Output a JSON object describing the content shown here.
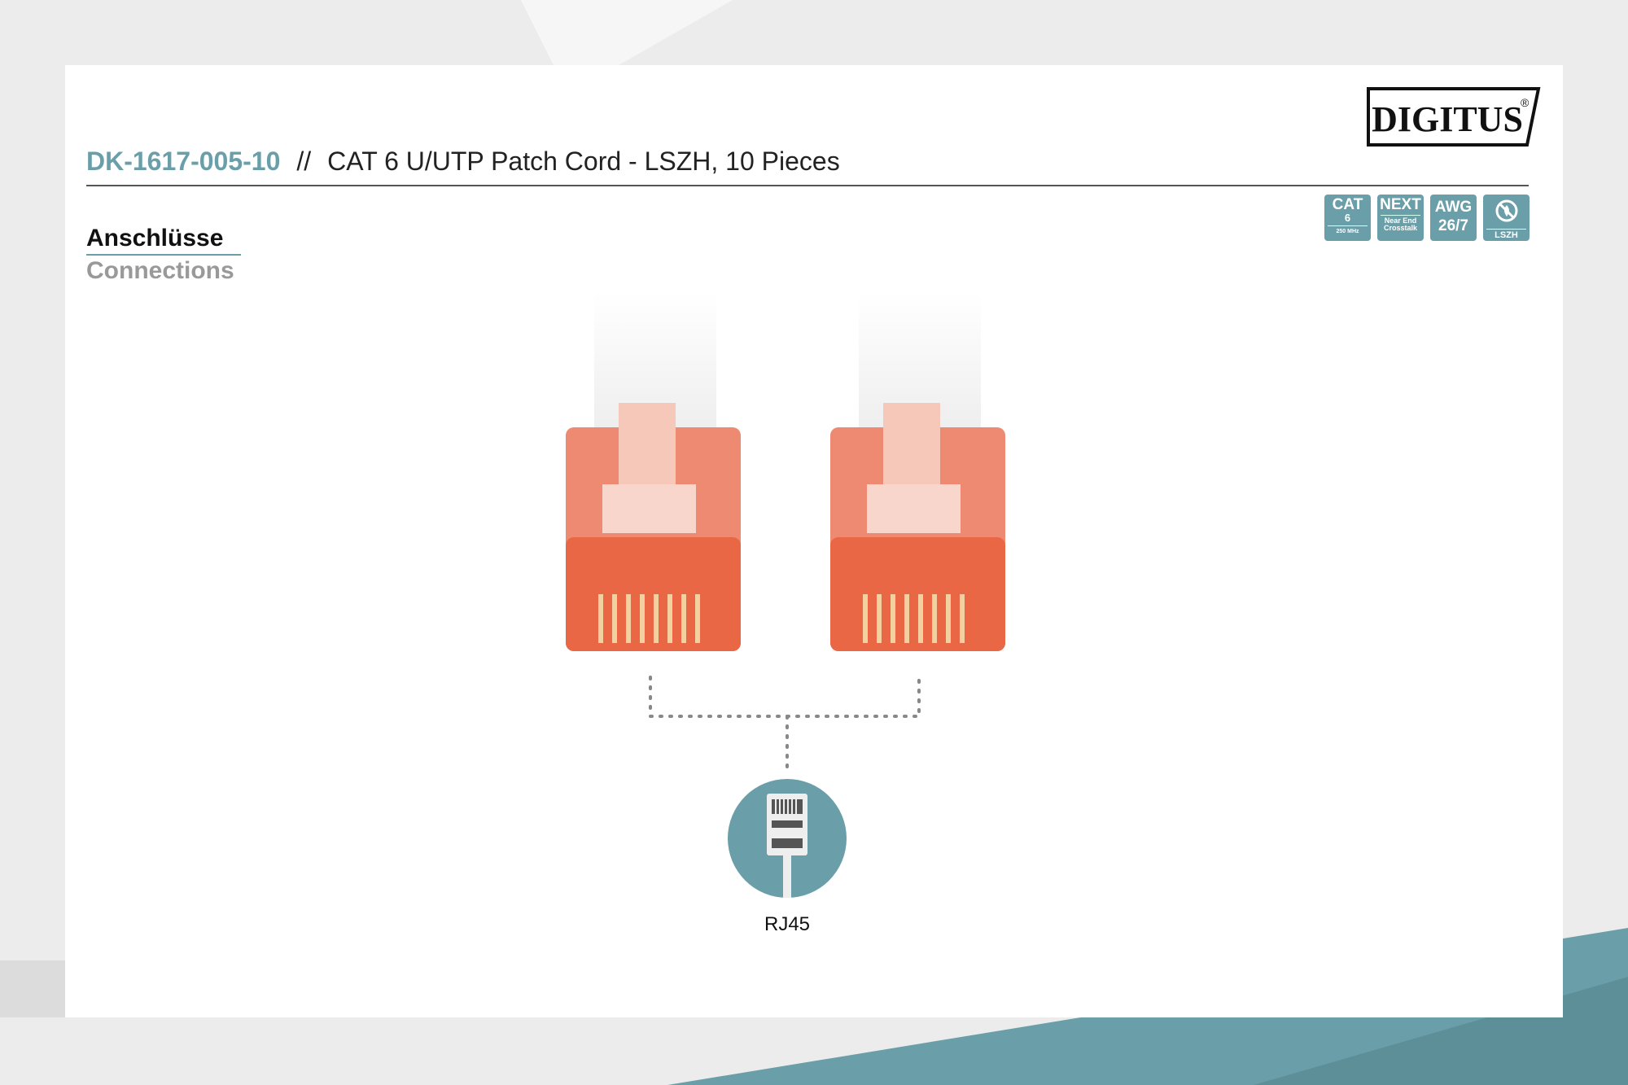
{
  "brand": {
    "logo": "DIGITUS®",
    "accent": "#6a9fa9"
  },
  "header": {
    "product_code": "DK-1617-005-10",
    "separator": "//",
    "title": "CAT 6 U/UTP Patch Cord - LSZH, 10 Pieces"
  },
  "section": {
    "heading_de": "Anschlüsse",
    "heading_en": "Connections"
  },
  "badges": [
    {
      "top": "CAT",
      "mid": "6",
      "bottom": "250 MHz"
    },
    {
      "top": "NEXT",
      "mid": "",
      "bottom": "Near End Crosstalk"
    },
    {
      "top": "AWG",
      "mid": "26/7",
      "bottom": ""
    },
    {
      "top": "",
      "mid": "",
      "bottom": "LSZH",
      "icon": "no-fire-icon"
    }
  ],
  "connector": {
    "label": "RJ45",
    "icon": "rj45-plug-icon",
    "color": "#e8603c"
  }
}
